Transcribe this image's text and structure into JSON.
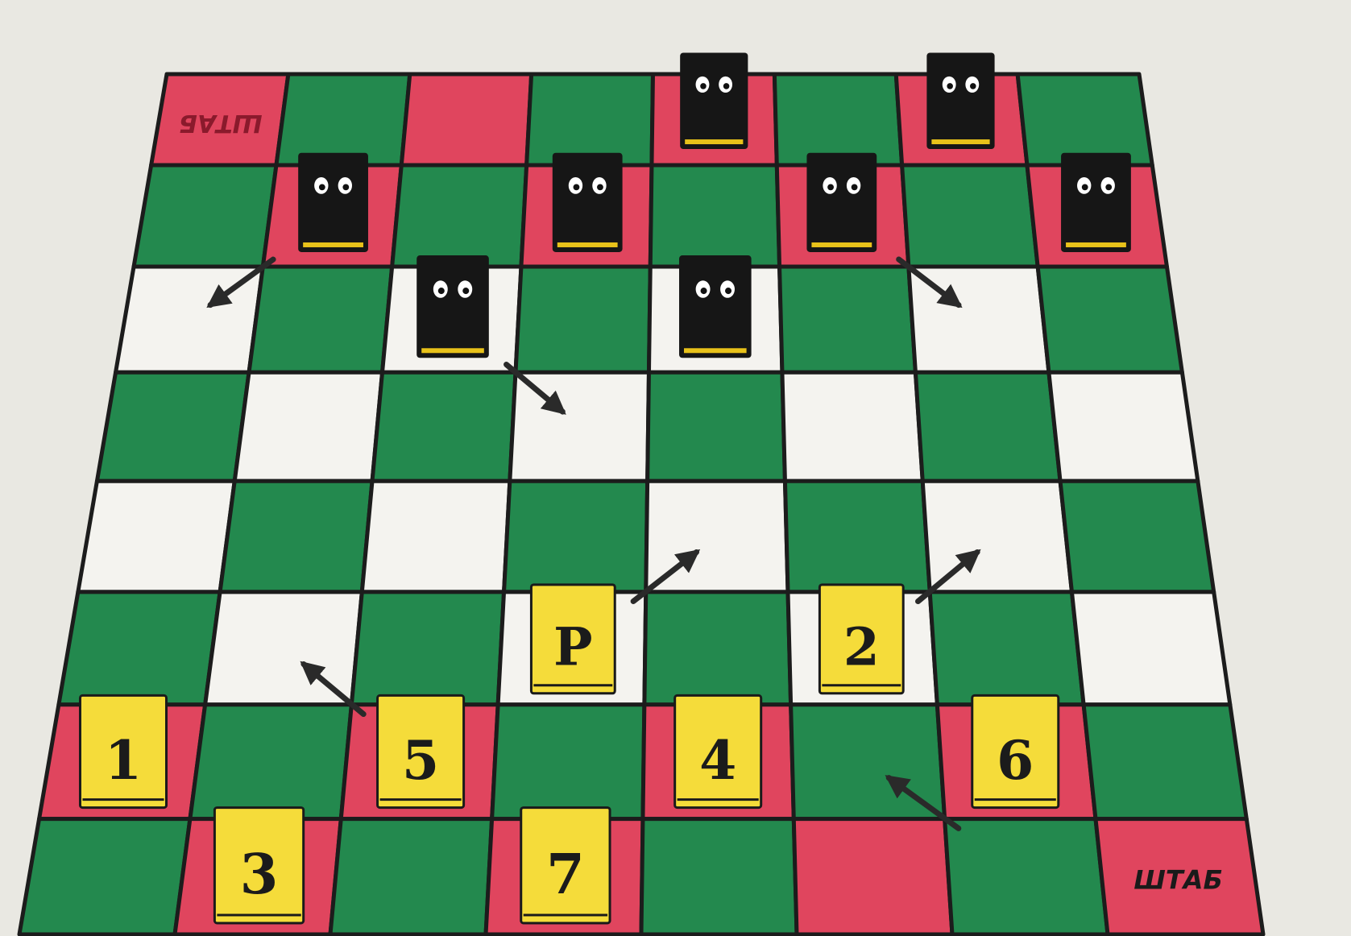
{
  "board": {
    "rows": 8,
    "cols": 8,
    "colors": {
      "green": "#23894e",
      "pink": "#e0455e",
      "white": "#f4f3ef",
      "line": "#1c1c1c"
    },
    "cells": [
      [
        "pink",
        "green",
        "pink",
        "green",
        "pink",
        "green",
        "pink",
        "green"
      ],
      [
        "green",
        "pink",
        "green",
        "pink",
        "green",
        "pink",
        "green",
        "pink"
      ],
      [
        "white",
        "green",
        "white",
        "green",
        "white",
        "green",
        "white",
        "green"
      ],
      [
        "green",
        "white",
        "green",
        "white",
        "green",
        "white",
        "green",
        "white"
      ],
      [
        "white",
        "green",
        "white",
        "green",
        "white",
        "green",
        "white",
        "green"
      ],
      [
        "green",
        "white",
        "green",
        "white",
        "green",
        "white",
        "green",
        "white"
      ],
      [
        "pink",
        "green",
        "pink",
        "green",
        "pink",
        "green",
        "pink",
        "green"
      ],
      [
        "green",
        "pink",
        "green",
        "pink",
        "green",
        "pink",
        "green",
        "pink"
      ]
    ]
  },
  "headquarters": {
    "top": {
      "label": "ШТАБ",
      "row": 0,
      "col": 0,
      "inverted": true
    },
    "bottom": {
      "label": "ШТАБ",
      "row": 7,
      "col": 7,
      "inverted": false
    }
  },
  "dark_pieces": {
    "color": "#161616",
    "stripe_color": "#e8c21a",
    "items": [
      {
        "row": 0,
        "col": 4,
        "raised": true
      },
      {
        "row": 0,
        "col": 6,
        "raised": true
      },
      {
        "row": 1,
        "col": 1
      },
      {
        "row": 1,
        "col": 3
      },
      {
        "row": 1,
        "col": 5
      },
      {
        "row": 1,
        "col": 7
      },
      {
        "row": 2,
        "col": 2
      },
      {
        "row": 2,
        "col": 4
      }
    ]
  },
  "yellow_pieces": {
    "color": "#f5dc3a",
    "items": [
      {
        "label": "P",
        "row": 5,
        "col": 3
      },
      {
        "label": "2",
        "row": 5,
        "col": 5
      },
      {
        "label": "1",
        "row": 6,
        "col": 0
      },
      {
        "label": "5",
        "row": 6,
        "col": 2
      },
      {
        "label": "4",
        "row": 6,
        "col": 4
      },
      {
        "label": "6",
        "row": 6,
        "col": 6
      },
      {
        "label": "3",
        "row": 7,
        "col": 1
      },
      {
        "label": "7",
        "row": 7,
        "col": 3
      }
    ]
  },
  "moves": [
    {
      "from": [
        1,
        1
      ],
      "to": [
        2,
        0
      ],
      "piece": "dark"
    },
    {
      "from": [
        2,
        2
      ],
      "to": [
        3,
        3
      ],
      "piece": "dark"
    },
    {
      "from": [
        1,
        5
      ],
      "to": [
        2,
        6
      ],
      "piece": "dark"
    },
    {
      "from": [
        5,
        3
      ],
      "to": [
        4,
        4
      ],
      "piece": "P"
    },
    {
      "from": [
        5,
        5
      ],
      "to": [
        4,
        6
      ],
      "piece": "2"
    },
    {
      "from": [
        6,
        2
      ],
      "to": [
        5,
        1
      ],
      "piece": "5"
    },
    {
      "from": [
        7,
        6
      ],
      "to": [
        6,
        5
      ],
      "piece": "empty-square"
    }
  ]
}
